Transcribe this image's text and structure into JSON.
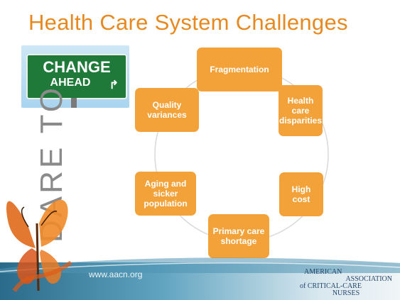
{
  "slide": {
    "title": "Health Care System Challenges",
    "vertical_text": "DARE TO",
    "sign": {
      "line1": "CHANGE",
      "line2": "AHEAD"
    },
    "footer_url": "www.aacn.org",
    "org_name": {
      "line1": "AMERICAN",
      "line2": "ASSOCIATION",
      "line3": "of CRITICAL-CARE",
      "line4": "NURSES"
    }
  },
  "diagram": {
    "type": "cycle",
    "box_color": "#f3a239",
    "title_color": "#e8891f",
    "nodes": [
      {
        "label": "Fragmentation"
      },
      {
        "label": "Health care disparities"
      },
      {
        "label": "High  cost"
      },
      {
        "label": "Primary care shortage"
      },
      {
        "label": "Aging and sicker population"
      },
      {
        "label": "Quality variances"
      }
    ]
  }
}
